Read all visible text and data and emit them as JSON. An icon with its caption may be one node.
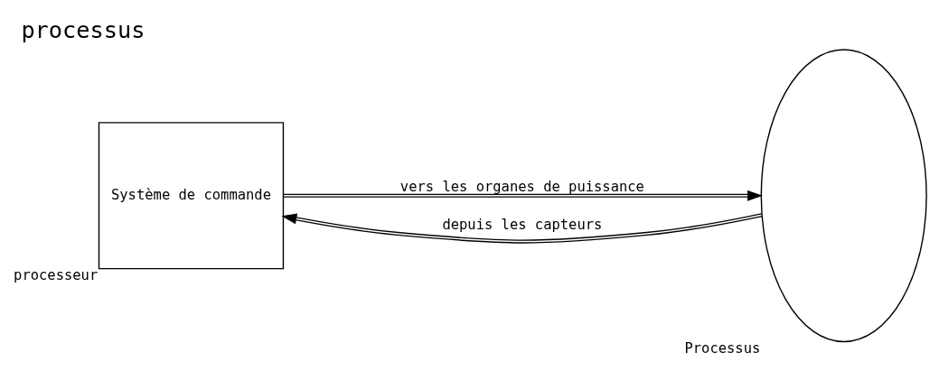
{
  "diagram": {
    "title": "processus",
    "nodes": [
      {
        "text": [
          "Système de commande"
        ],
        "beside": [
          "processeur"
        ]
      },
      {
        "text": [],
        "shape": "cloud",
        "beside": [
          "Processus"
        ]
      }
    ],
    "edges": [
      {
        "from": 0,
        "to": 1,
        "arrow": "to",
        "label": "vers les organes de puissance"
      },
      {
        "from": 1,
        "to": 0,
        "arrow": "to",
        "label": "depuis les capteurs"
      }
    ]
  }
}
